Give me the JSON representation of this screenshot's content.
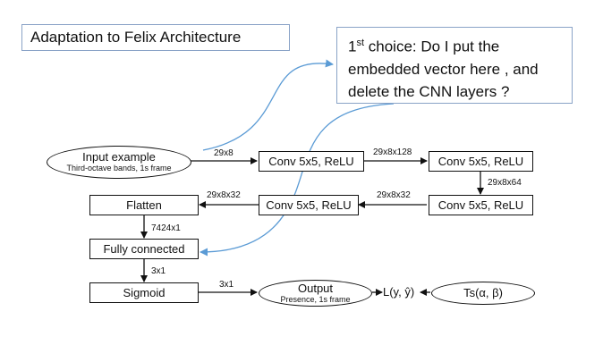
{
  "title": "Adaptation to Felix Architecture",
  "question": {
    "line1_prefix": "1",
    "line1_sup": "st",
    "line1_rest": " choice: Do I put the",
    "line2": "embedded vector here , and",
    "line3": "delete the CNN layers ?"
  },
  "nodes": {
    "input": {
      "label": "Input example",
      "sub": "Third-octave bands, 1s frame"
    },
    "conv1": "Conv 5x5, ReLU",
    "conv2": "Conv 5x5, ReLU",
    "conv3": "Conv 5x5, ReLU",
    "conv4": "Conv 5x5, ReLU",
    "flatten": "Flatten",
    "fc": "Fully connected",
    "sigmoid": "Sigmoid",
    "output": {
      "label": "Output",
      "sub": "Presence, 1s frame"
    },
    "loss": "L(y, ŷ)",
    "ts": "Ts(α, β)"
  },
  "edges": {
    "input_conv1": "29x8",
    "conv1_conv2": "29x8x128",
    "conv2_conv3": "29x8x64",
    "conv3_conv4": "29x8x32",
    "conv4_flatten": "29x8x32",
    "flatten_fc": "7424x1",
    "fc_sigmoid": "3x1",
    "sigmoid_output": "3x1"
  },
  "colors": {
    "annotation": "#5b9bd5",
    "note_border": "#8aa3c7",
    "stroke": "#111111"
  }
}
